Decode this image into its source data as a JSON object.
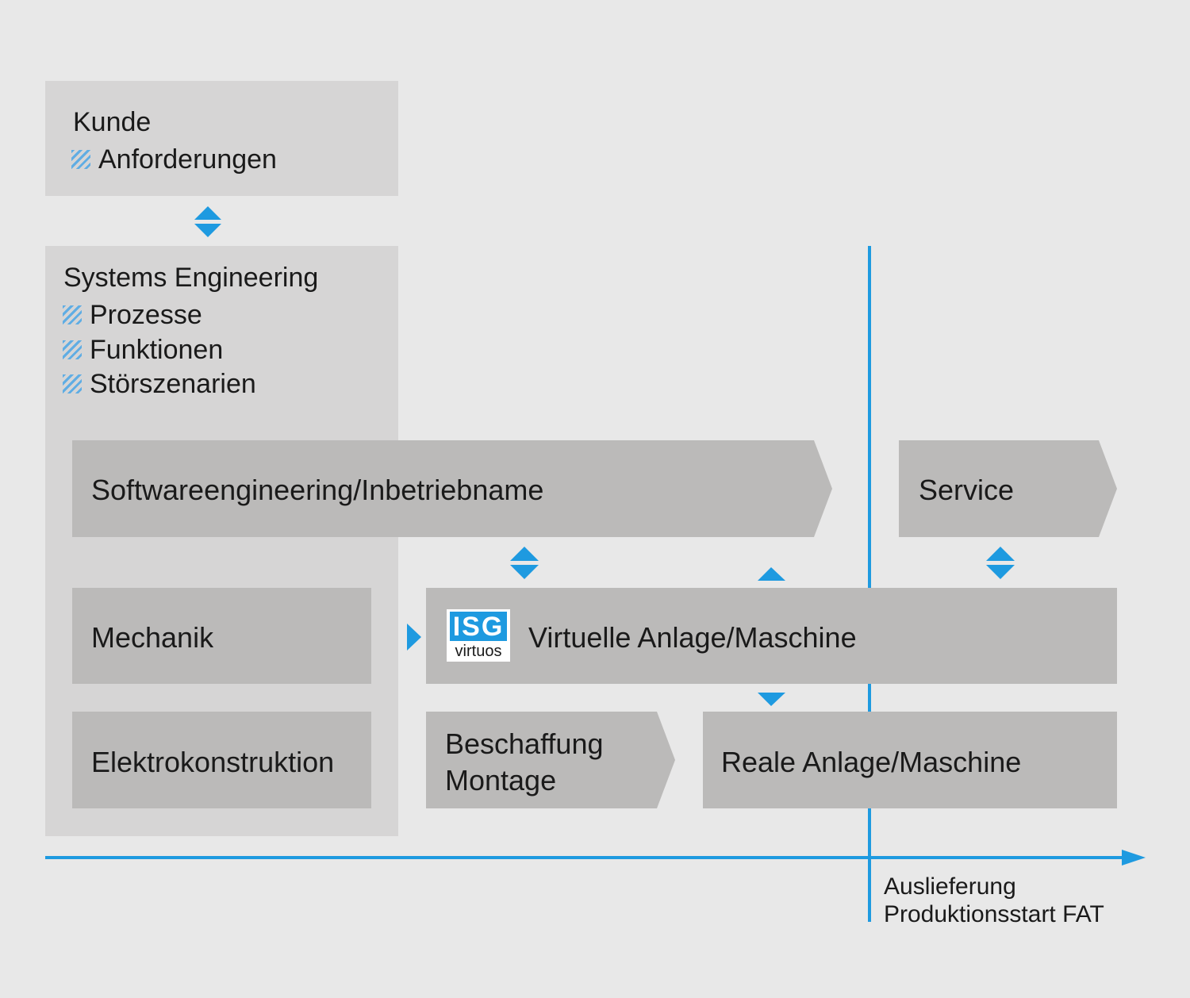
{
  "kunde": {
    "title": "Kunde",
    "items": [
      "Anforderungen"
    ]
  },
  "systems_engineering": {
    "title": "Systems Engineering",
    "items": [
      "Prozesse",
      "Funktionen",
      "Störszenarien"
    ]
  },
  "blocks": {
    "software": "Softwareengineering/Inbetriebname",
    "service": "Service",
    "mechanik": "Mechanik",
    "elektro": "Elektrokonstruktion",
    "virtuelle": "Virtuelle Anlage/Maschine",
    "beschaffung_line1": "Beschaffung",
    "beschaffung_line2": "Montage",
    "reale": "Reale Anlage/Maschine"
  },
  "logo": {
    "top": "ISG",
    "bottom": "virtuos"
  },
  "milestone": {
    "line1": "Auslieferung",
    "line2": "Produktionsstart FAT"
  },
  "colors": {
    "accent": "#1e9ae0",
    "background": "#e8e8e8",
    "light_box": "#d6d5d5",
    "dark_box": "#bbbab9"
  }
}
